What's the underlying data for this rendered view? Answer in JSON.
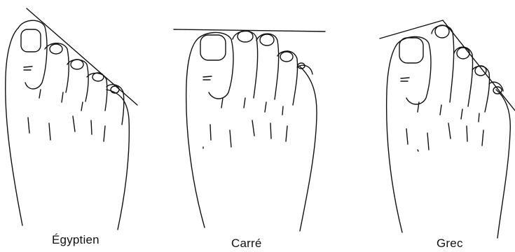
{
  "figure": {
    "colors": {
      "ink": "#111111",
      "background": "#ffffff"
    },
    "feet": [
      {
        "caption": "Égyptien"
      },
      {
        "caption": "Carré"
      },
      {
        "caption": "Grec"
      }
    ]
  }
}
